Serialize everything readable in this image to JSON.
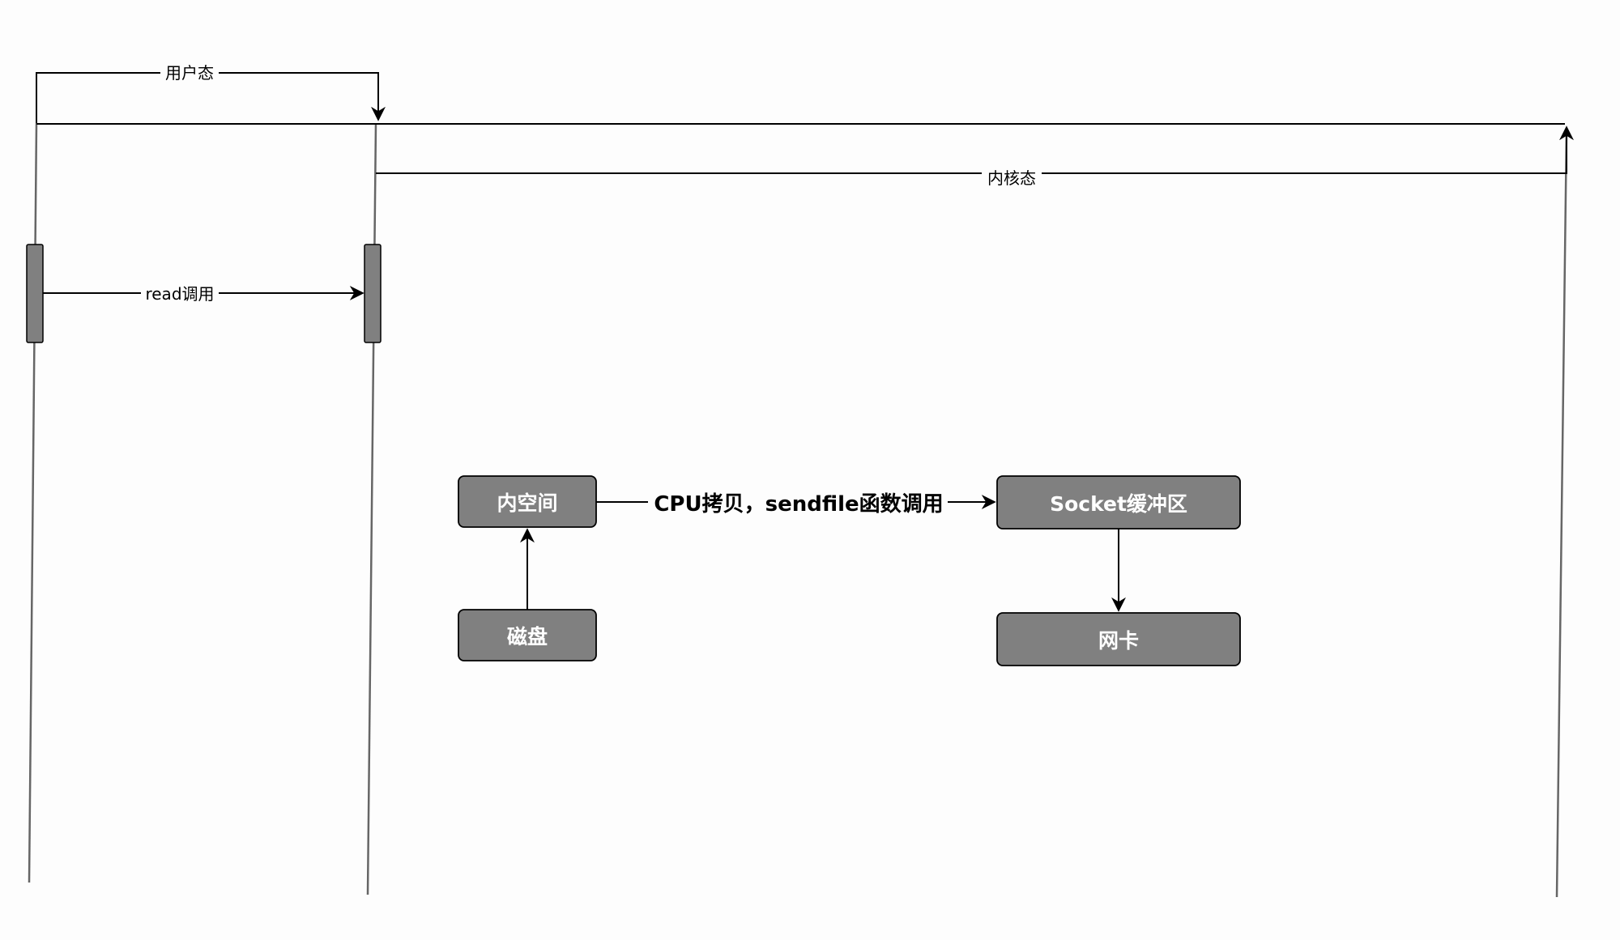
{
  "labels": {
    "user_mode": "用户态",
    "kernel_mode": "内核态",
    "read_call": "read调用",
    "cpu_copy": "CPU拷贝，sendfile函数调用"
  },
  "nodes": {
    "kernel_space": "内空间",
    "disk": "磁盘",
    "socket_buffer": "Socket缓冲区",
    "nic": "网卡"
  },
  "colors": {
    "node_fill": "#808080",
    "node_text": "#ffffff",
    "edge": "#000000",
    "lifeline": "#666666",
    "background": "#fdfdfd"
  }
}
